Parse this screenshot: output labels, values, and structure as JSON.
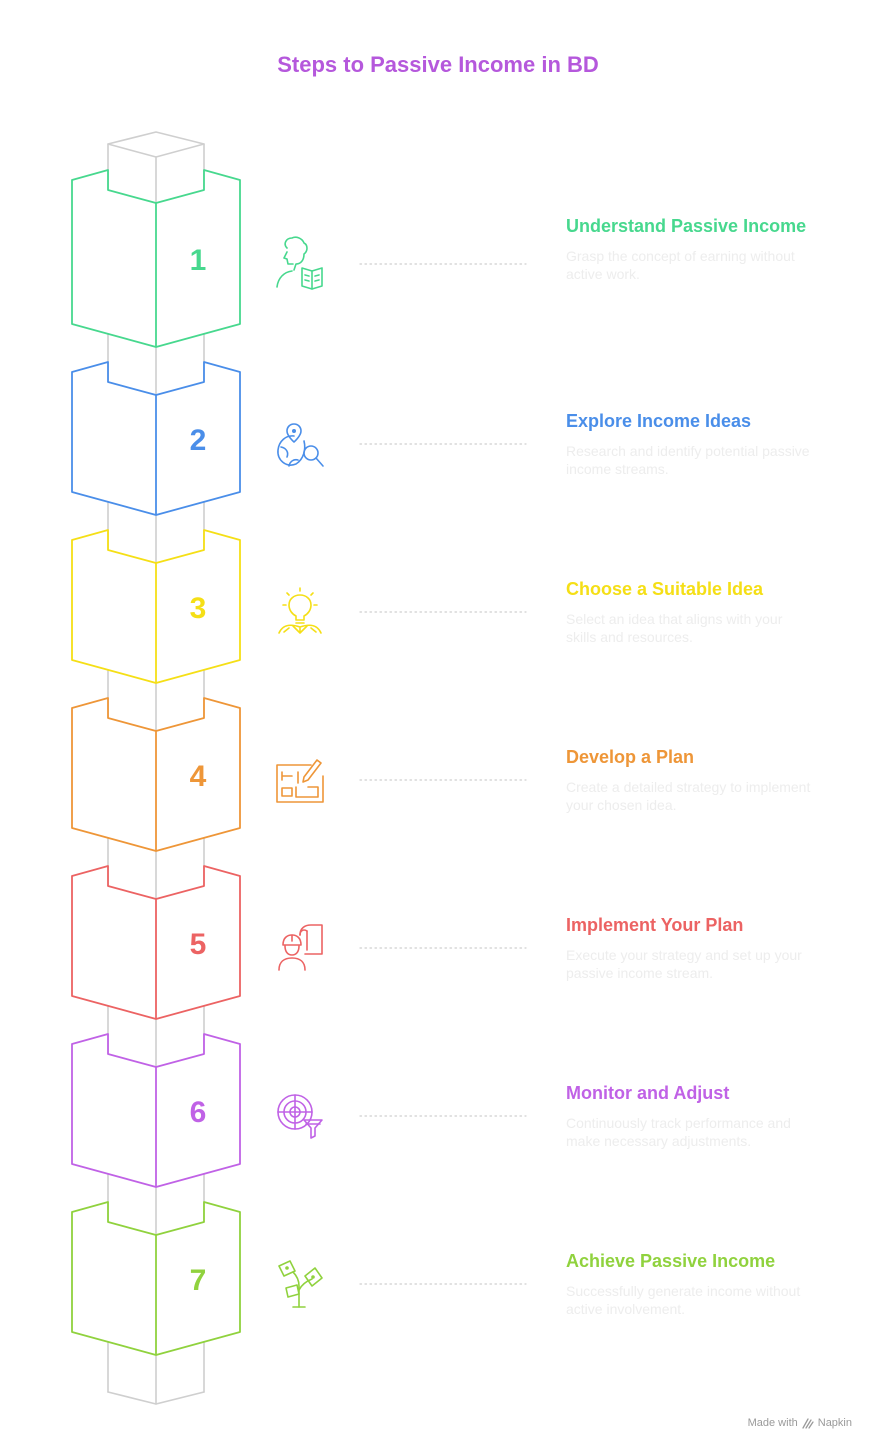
{
  "title": "Steps to Passive Income in BD",
  "footer": {
    "made_with": "Made with",
    "brand": "Napkin",
    "brand_icon": "napkin-logo-icon"
  },
  "colors": {
    "title": "#b558dc",
    "column": "#cfcfcf",
    "dots": "#cfcfcf",
    "description": "#ededed"
  },
  "steps": [
    {
      "number": "1",
      "title": "Understand Passive Income",
      "description": "Grasp the concept of earning without active work.",
      "color": "#47d88e",
      "icon": "reading-person-icon"
    },
    {
      "number": "2",
      "title": "Explore Income Ideas",
      "description": "Research and identify potential passive income streams.",
      "color": "#4a8ee9",
      "icon": "globe-search-icon"
    },
    {
      "number": "3",
      "title": "Choose a Suitable Idea",
      "description": "Select an idea that aligns with your skills and resources.",
      "color": "#f5df16",
      "icon": "lightbulb-idea-icon"
    },
    {
      "number": "4",
      "title": "Develop a Plan",
      "description": "Create a detailed strategy to implement your chosen idea.",
      "color": "#ee9638",
      "icon": "blueprint-pencil-icon"
    },
    {
      "number": "5",
      "title": "Implement Your Plan",
      "description": "Execute your strategy and set up your passive income stream.",
      "color": "#ec6363",
      "icon": "worker-plan-icon"
    },
    {
      "number": "6",
      "title": "Monitor and Adjust",
      "description": "Continuously track performance and make necessary adjustments.",
      "color": "#c062e6",
      "icon": "radar-funnel-icon"
    },
    {
      "number": "7",
      "title": "Achieve Passive Income",
      "description": "Successfully generate income without active involvement.",
      "color": "#90d23e",
      "icon": "money-plant-icon"
    }
  ]
}
